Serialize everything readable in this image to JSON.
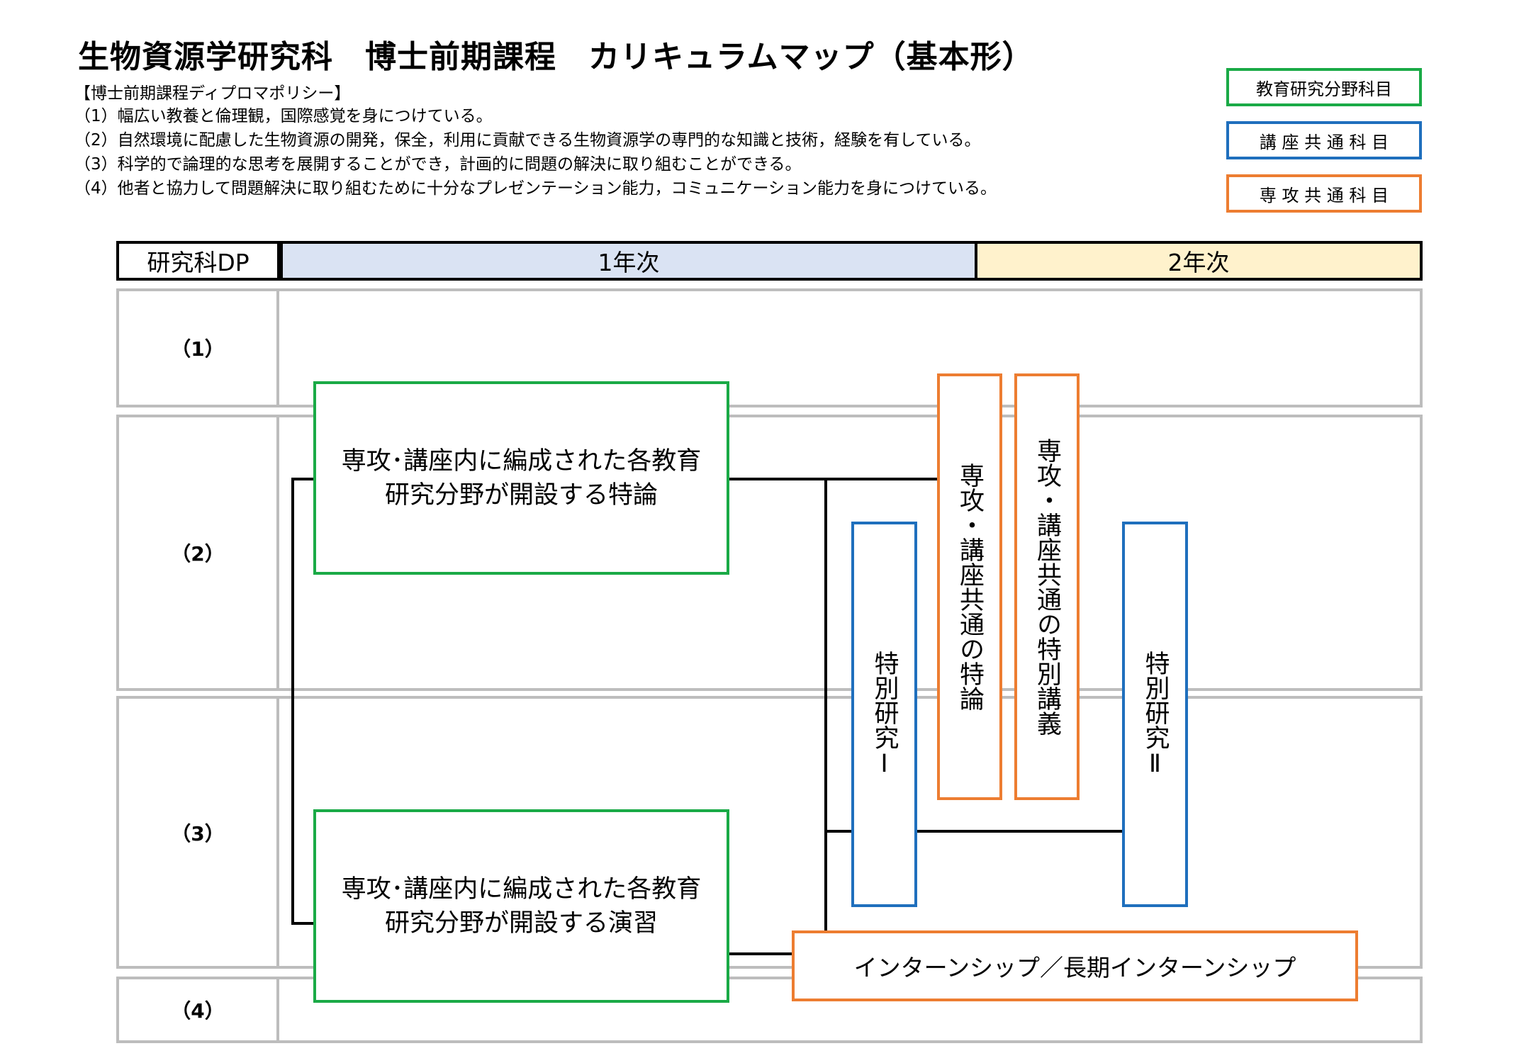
{
  "title": "生物資源学研究科　博士前期課程　カリキュラムマップ（基本形）",
  "diploma_policy": {
    "heading": "【博士前期課程ディプロマポリシー】",
    "items": [
      "（1）幅広い教養と倫理観，国際感覚を身につけている。",
      "（2）自然環境に配慮した生物資源の開発，保全，利用に貢献できる生物資源学の専門的な知識と技術，経験を有している。",
      "（3）科学的で論理的な思考を展開することができ，計画的に問題の解決に取り組むことができる。",
      "（4）他者と協力して問題解決に取り組むために十分なプレゼンテーション能力，コミュニケーション能力を身につけている。"
    ]
  },
  "legend": [
    {
      "label": "教育研究分野科目",
      "color": "#1aaa46"
    },
    {
      "label": "講 座 共 通 科 目",
      "color": "#1f6fbd"
    },
    {
      "label": "専 攻 共 通 科 目",
      "color": "#ed7d31"
    }
  ],
  "header": {
    "dp_label": "研究科DP",
    "year1": "1年次",
    "year2": "2年次",
    "year1_color": "#dae3f3",
    "year2_color": "#fff2cc"
  },
  "rows": [
    "（1）",
    "（2）",
    "（3）",
    "（4）"
  ],
  "courses": {
    "lecture": "専攻･講座内に編成された各教育研究分野が開設する特論",
    "exercise": "専攻･講座内に編成された各教育研究分野が開設する演習",
    "special_research_1": "特別研究Ⅰ",
    "special_research_2": "特別研究Ⅱ",
    "common_lecture": "専攻・講座共通の特論",
    "common_special_lecture": "専攻・講座共通の特別講義",
    "internship": "インターンシップ／長期インターンシップ"
  }
}
